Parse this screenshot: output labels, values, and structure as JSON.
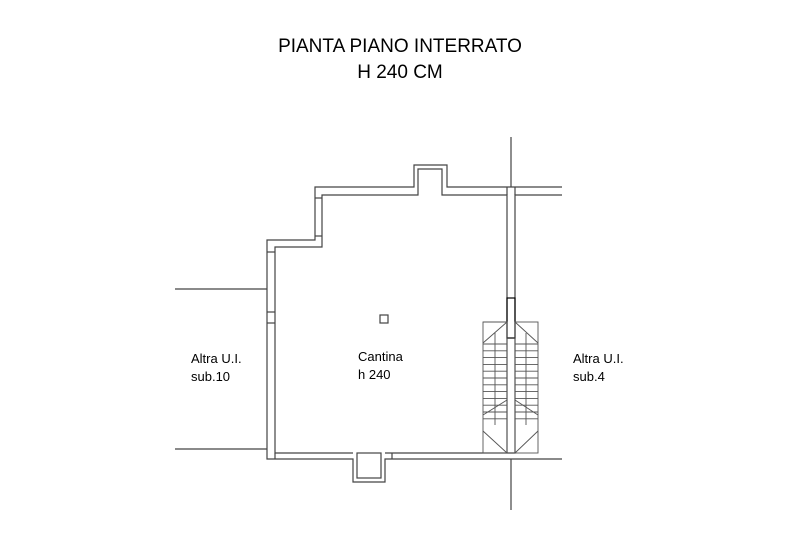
{
  "title": {
    "line1": "PIANTA PIANO INTERRATO",
    "line2": "H 240 CM"
  },
  "rooms": [
    {
      "name": "Altra U.I.",
      "sub": "sub.10"
    },
    {
      "name": "Cantina",
      "sub": "h 240"
    },
    {
      "name": "Altra U.I.",
      "sub": "sub.4"
    }
  ],
  "colors": {
    "line": "#000000",
    "wall": "#555555"
  }
}
